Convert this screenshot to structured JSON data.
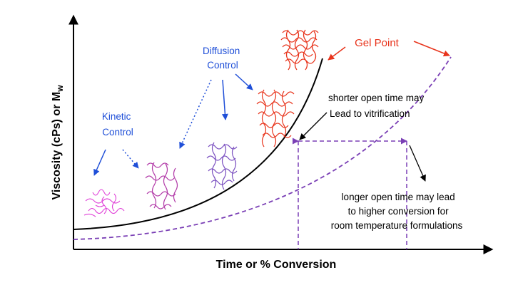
{
  "axes": {
    "y_label": "Viscosity (cPs) or M",
    "y_label_sub": "w",
    "x_label": "Time or % Conversion"
  },
  "labels": {
    "kinetic_line1": "Kinetic",
    "kinetic_line2": "Control",
    "diffusion_line1": "Diffusion",
    "diffusion_line2": "Control",
    "gel_point": "Gel Point"
  },
  "notes": {
    "shorter_line1": "shorter open time may",
    "shorter_line2": "Lead to vitrification",
    "longer_line1": "longer open time may lead",
    "longer_line2": "to higher conversion for",
    "longer_line3": "room temperature formulations"
  },
  "colors": {
    "axis": "#000000",
    "solid_curve": "#000000",
    "dashed_curve": "#7a3fb5",
    "blue_text": "#1f4fd8",
    "gel_red": "#e8341c",
    "polymer_magenta": "#e040d8",
    "polymer_purple": "#b23aa8",
    "polymer_violet": "#7a4fc0",
    "polymer_red": "#e8341c"
  }
}
